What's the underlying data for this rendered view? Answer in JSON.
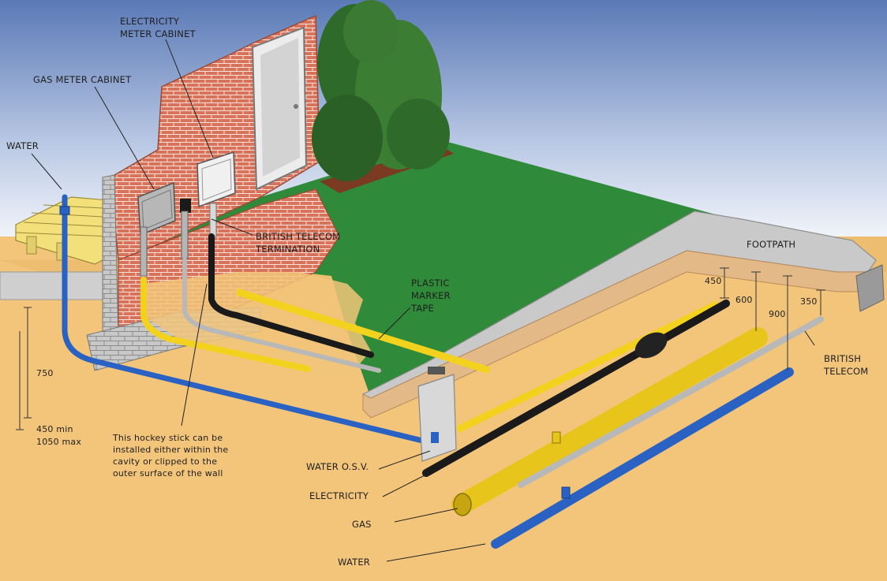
{
  "labels": {
    "electricity_meter_cabinet_1": "ELECTRICITY",
    "electricity_meter_cabinet_2": "METER CABINET",
    "gas_meter_cabinet": "GAS METER CABINET",
    "water_top": "WATER",
    "british_telecom_termination_1": "BRITISH TELECOM",
    "british_telecom_termination_2": "TERMINATION",
    "plastic_marker_tape_1": "PLASTIC",
    "plastic_marker_tape_2": "MARKER",
    "plastic_marker_tape_3": "TAPE",
    "footpath": "FOOTPATH",
    "british_telecom_1": "BRITISH",
    "british_telecom_2": "TELECOM",
    "water_osv": "WATER O.S.V.",
    "electricity": "ELECTRICITY",
    "gas": "GAS",
    "water_bottom": "WATER"
  },
  "dimensions": {
    "d450": "450",
    "d600": "600",
    "d900": "900",
    "d350": "350",
    "d750": "750",
    "min": "450 min",
    "max": "1050 max"
  },
  "note": "This hockey stick can be installed either within the cavity or clipped to the outer surface of the wall",
  "colors": {
    "sky_top": "#5a79b6",
    "sky_bottom": "#ffffff",
    "soil": "#f2c57a",
    "grass": "#2f8a3a",
    "brick": "#d8725a",
    "gas_pipe": "#f2d21c",
    "water_pipe": "#2a62c4",
    "electric_duct": "#1a1a1a",
    "telecom_duct": "#b8b8b8",
    "footpath": "#c9c9c9"
  }
}
